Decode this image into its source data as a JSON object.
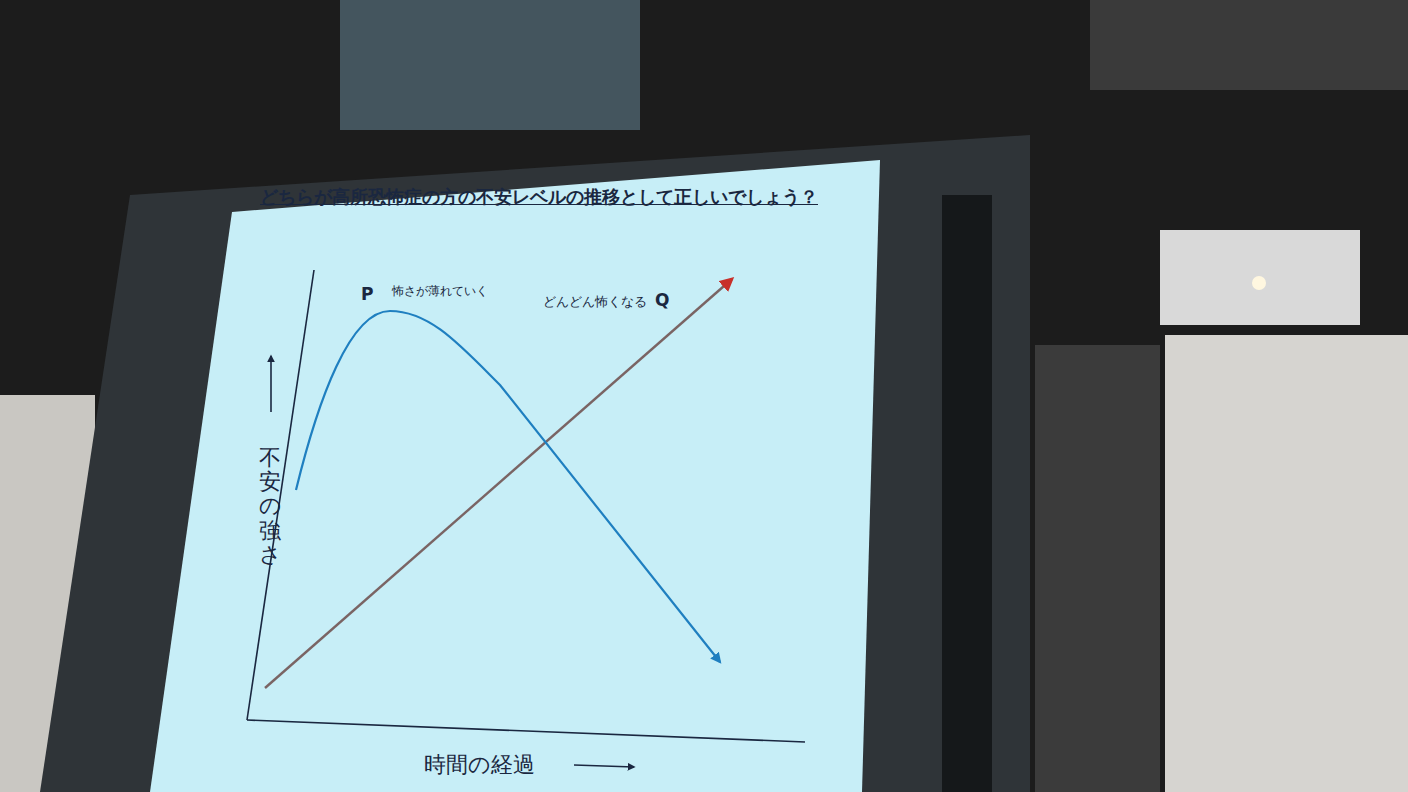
{
  "diagram": {
    "title": "どちらが高所恐怖症の方の不安レベルの推移として正しいでしょう？",
    "labels": [
      "P",
      "怖さが薄れていく",
      "どんどん怖くなる",
      "Q",
      "不安の強さ",
      "時間の経過"
    ]
  }
}
